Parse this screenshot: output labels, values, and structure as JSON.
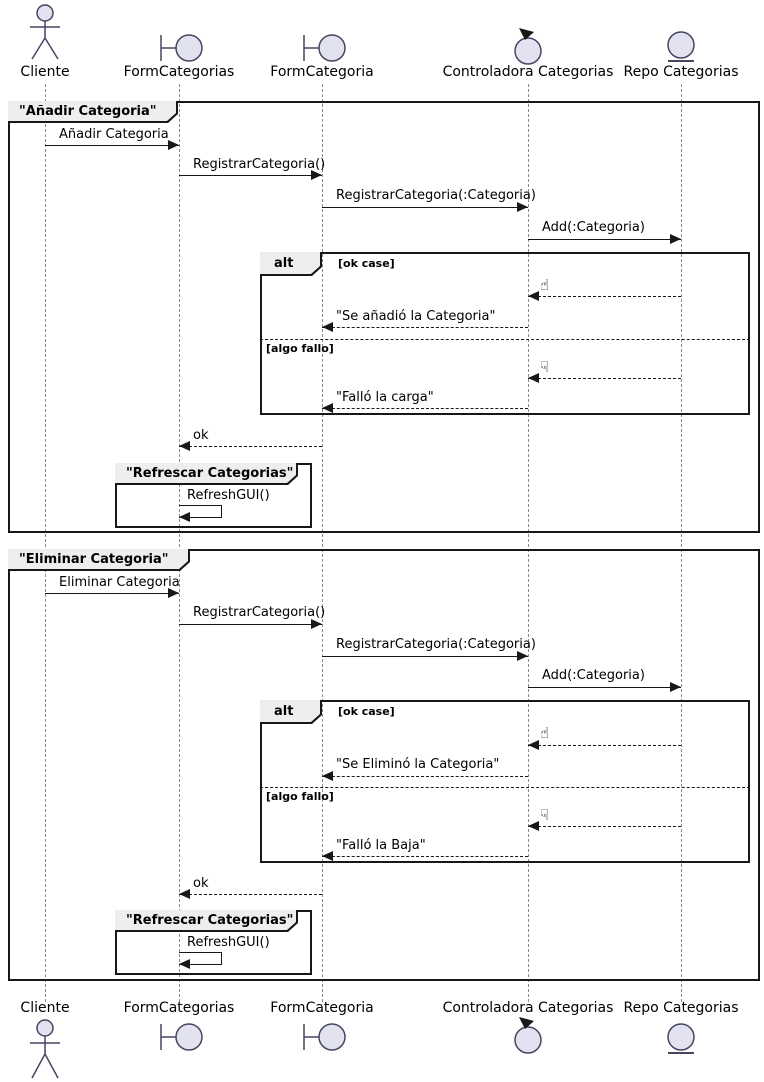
{
  "colors": {
    "participant_fill": "#E2E2F0",
    "participant_stroke": "#454560",
    "line_color": "#181818",
    "frame_tab_bg": "#EEEEEE",
    "lifeline_color": "#8A8A8A"
  },
  "participants": [
    {
      "label": "Cliente",
      "icon": "actor-icon"
    },
    {
      "label": "FormCategorias",
      "icon": "boundary-icon"
    },
    {
      "label": "FormCategoria",
      "icon": "boundary-icon"
    },
    {
      "label": "Controladora Categorias",
      "icon": "control-icon"
    },
    {
      "label": "Repo Categorias",
      "icon": "entity-icon"
    }
  ],
  "frame1": {
    "title": "\"Añadir Categoria\"",
    "m1": "Añadir Categoria",
    "m2": "RegistrarCategoria()",
    "m3": "RegistrarCategoria(:Categoria)",
    "m4": "Add(:Categoria)",
    "alt": {
      "op": "alt",
      "guard_ok": "[ok case]",
      "thumb_up": "☝",
      "reply_ok": "\"Se añadió la Categoria\"",
      "guard_fail": "[algo fallo]",
      "thumb_down": "☟",
      "reply_fail": "\"Falló la carga\""
    },
    "ret": "ok",
    "inner": {
      "title": "\"Refrescar Categorias\"",
      "self_msg": "RefreshGUI()"
    }
  },
  "frame2": {
    "title": "\"Eliminar Categoria\"",
    "m1": "Eliminar Categoria",
    "m2": "RegistrarCategoria()",
    "m3": "RegistrarCategoria(:Categoria)",
    "m4": "Add(:Categoria)",
    "alt": {
      "op": "alt",
      "guard_ok": "[ok case]",
      "thumb_up": "☝",
      "reply_ok": "\"Se Eliminó la Categoria\"",
      "guard_fail": "[algo fallo]",
      "thumb_down": "☟",
      "reply_fail": "\"Falló la Baja\""
    },
    "ret": "ok",
    "inner": {
      "title": "\"Refrescar Categorias\"",
      "self_msg": "RefreshGUI()"
    }
  }
}
